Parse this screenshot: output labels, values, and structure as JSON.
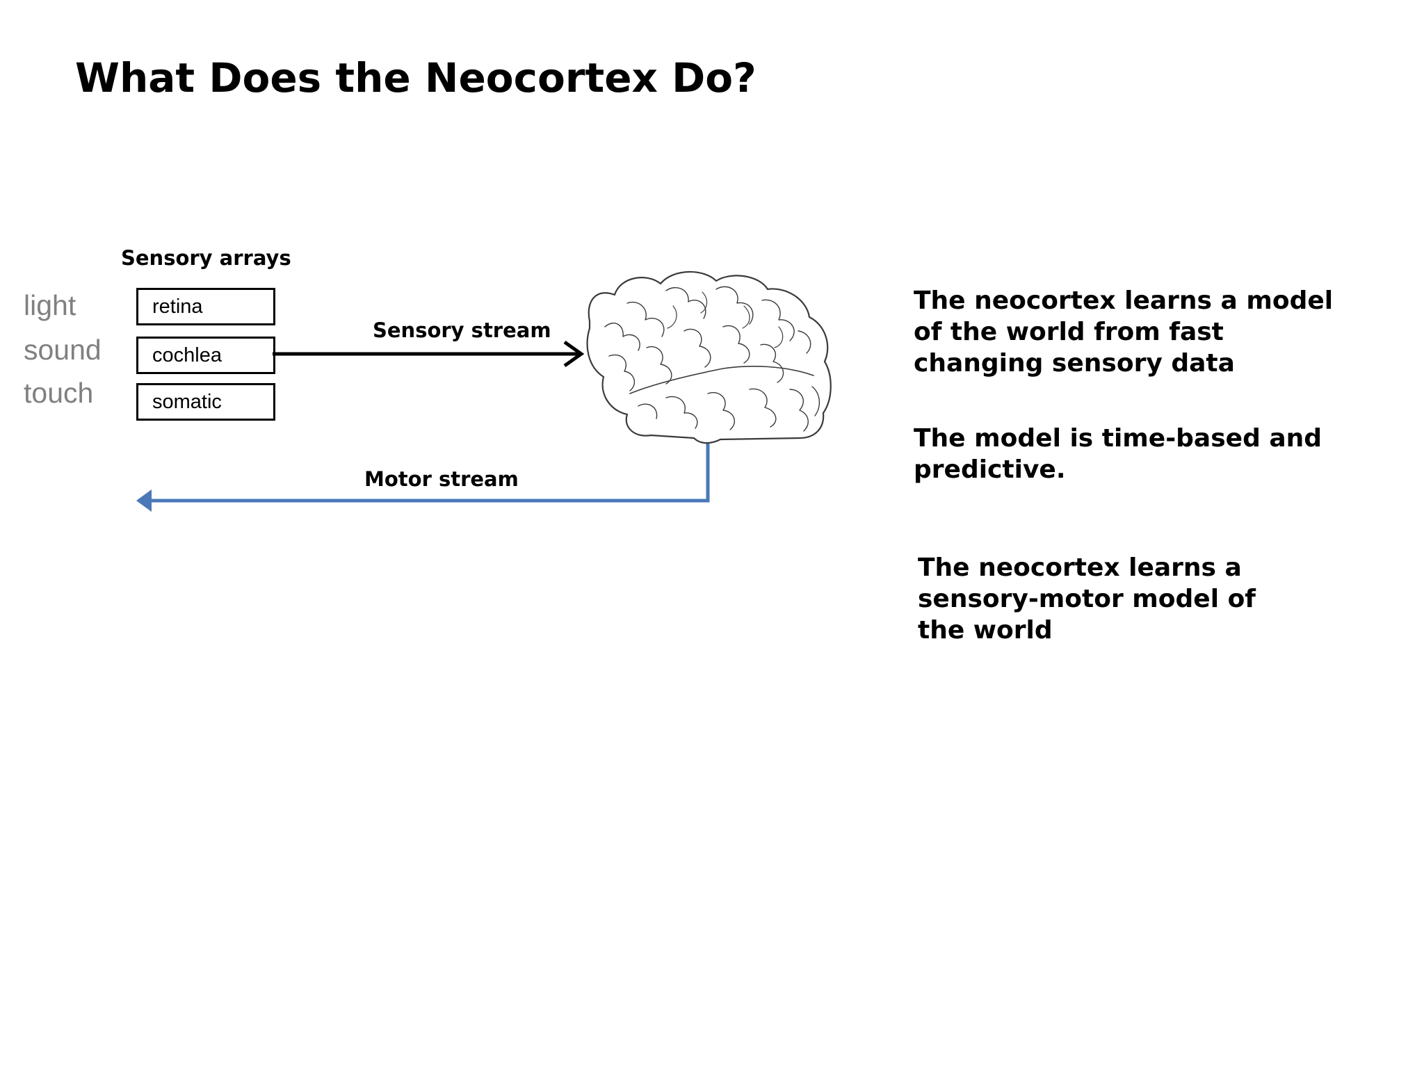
{
  "slide": {
    "title": "What Does the Neocortex Do?"
  },
  "sensory": {
    "arrays_title": "Sensory arrays",
    "modalities": [
      "light",
      "sound",
      "touch"
    ],
    "arrays": [
      "retina",
      "cochlea",
      "somatic"
    ]
  },
  "streams": {
    "sensory_label": "Sensory stream",
    "motor_label": "Motor stream",
    "sensory_color": "#000000",
    "motor_color": "#4a78b8"
  },
  "statements": [
    "The neocortex learns a model of the world from fast changing sensory data",
    "The model is time-based and predictive.",
    "The neocortex learns a sensory-motor model of the world"
  ],
  "icons": {
    "brain": "brain-illustration"
  }
}
